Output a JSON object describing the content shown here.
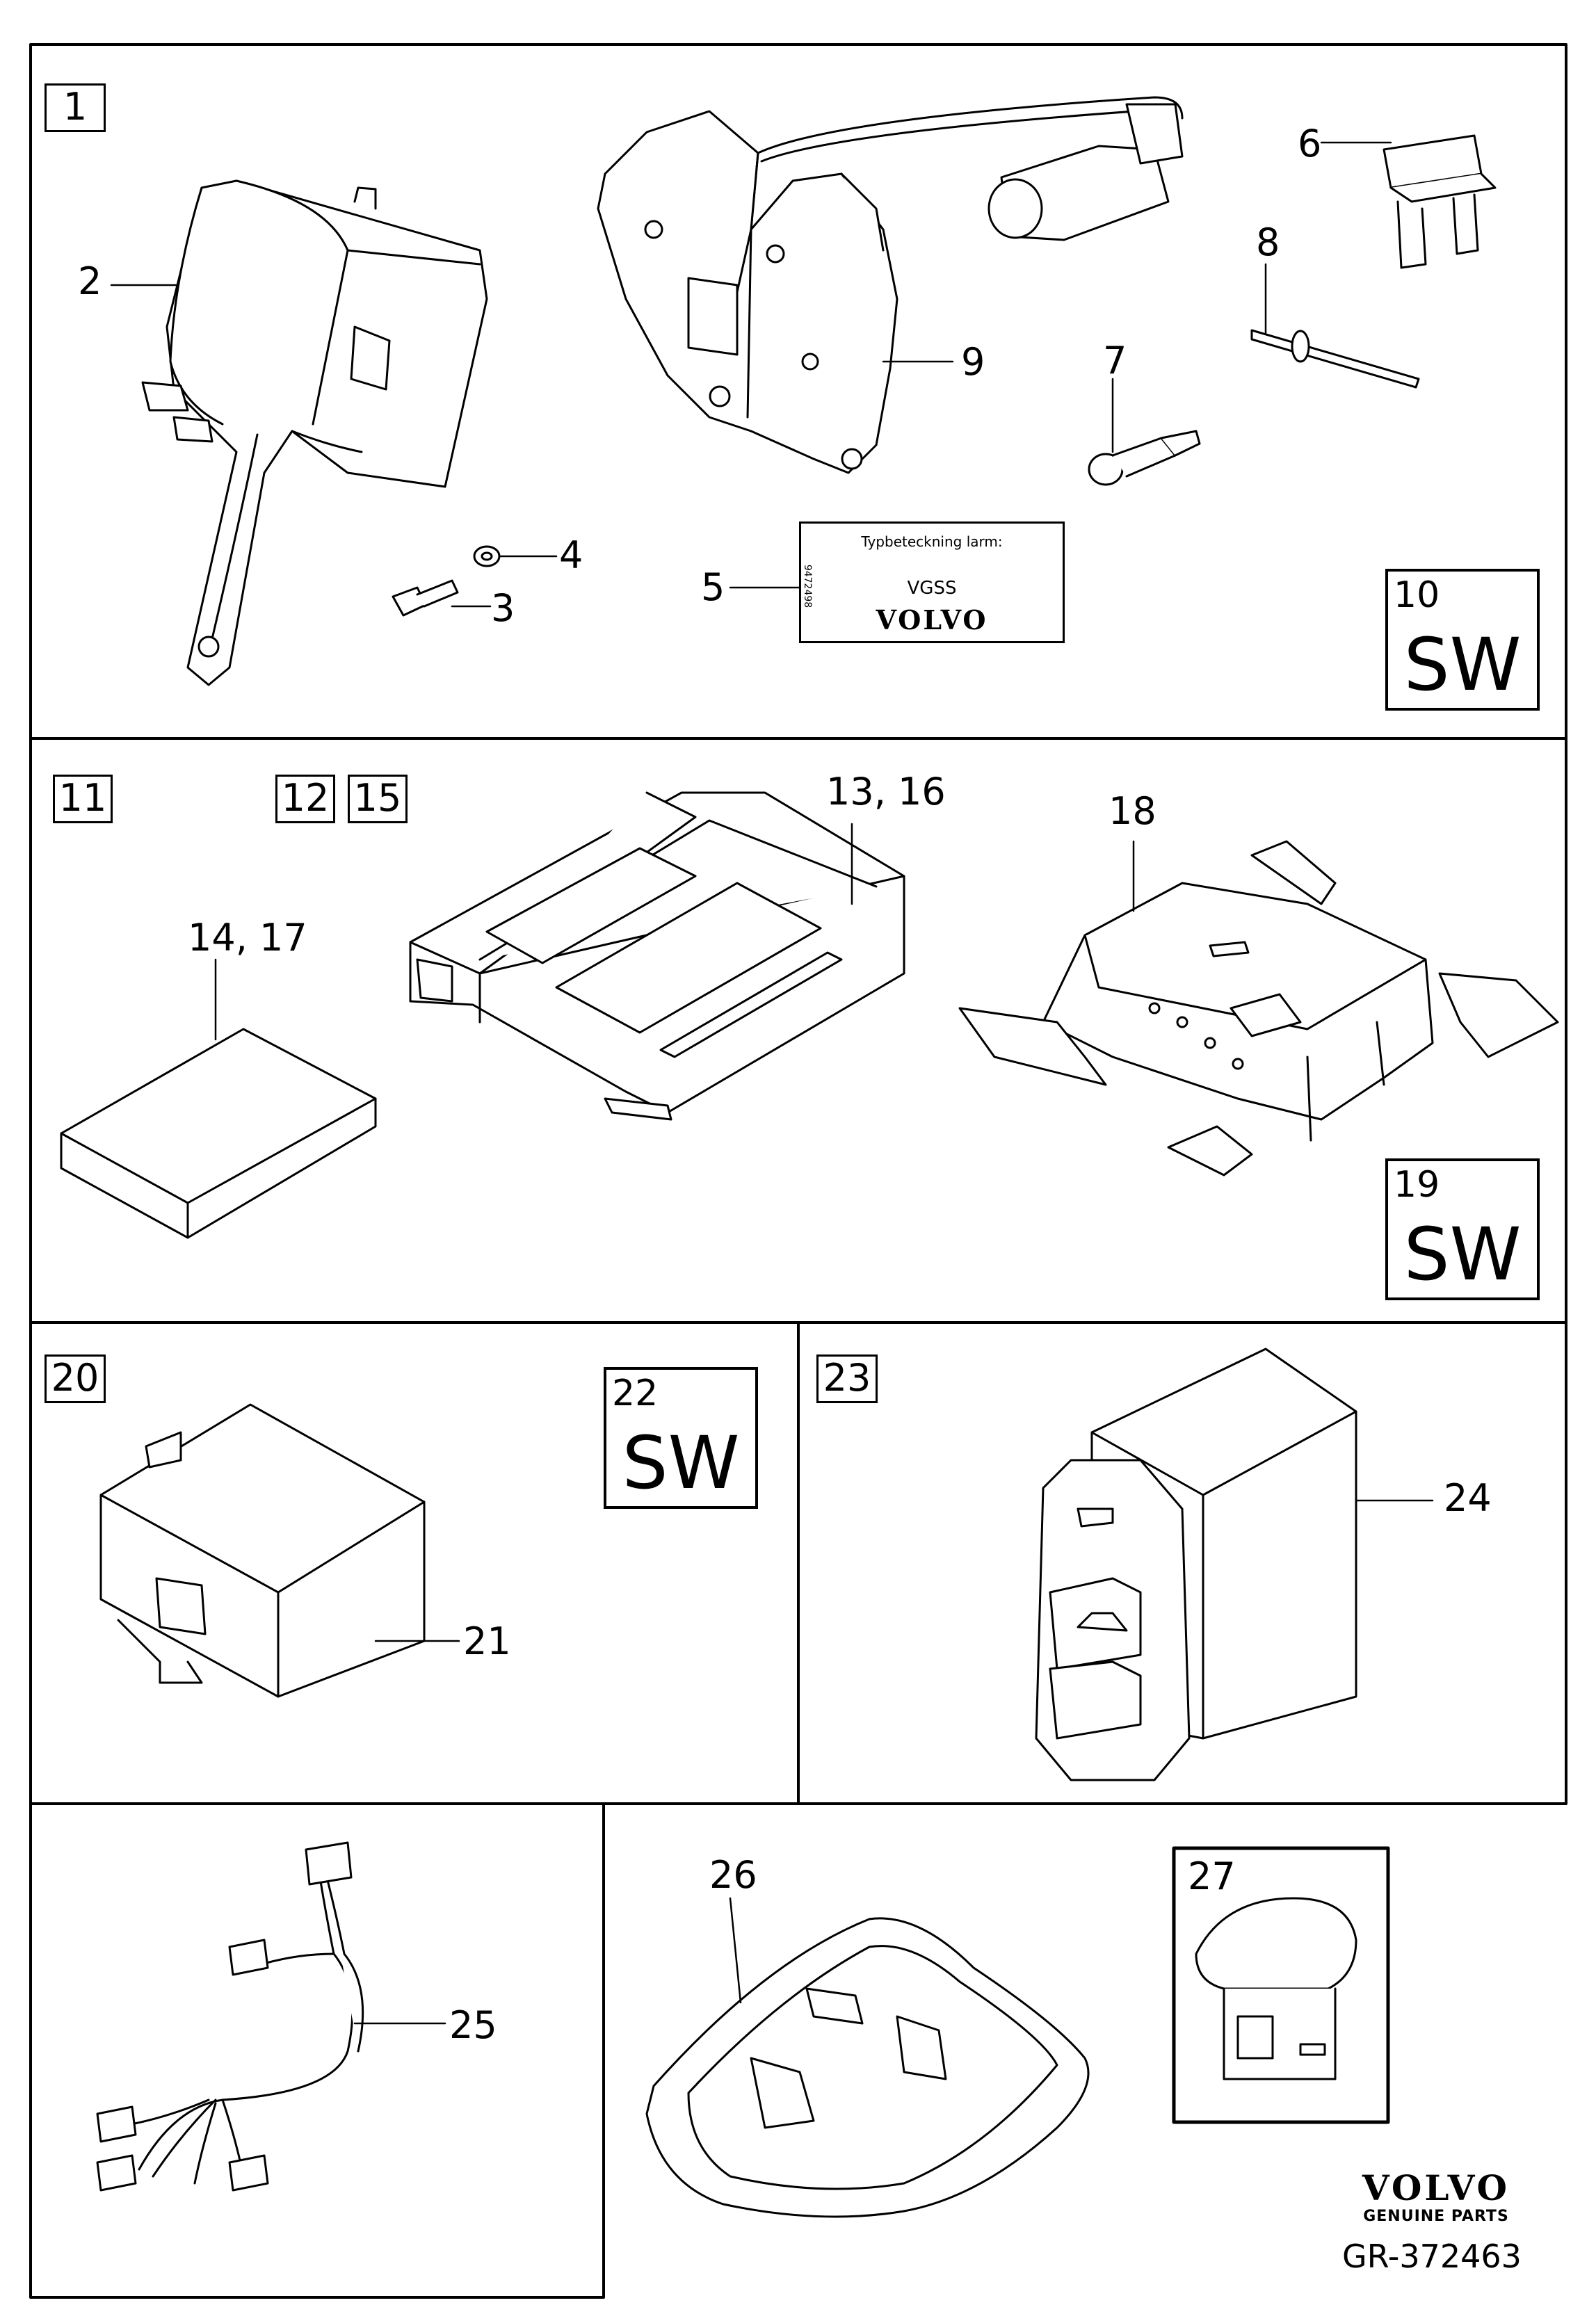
{
  "box_numbers": [
    "1",
    "11",
    "12",
    "15",
    "20",
    "23",
    "27"
  ],
  "callouts": {
    "c2": "2",
    "c3": "3",
    "c4": "4",
    "c5": "5",
    "c6": "6",
    "c7": "7",
    "c8": "8",
    "c9": "9",
    "c13_16": "13, 16",
    "c14_17": "14, 17",
    "c18": "18",
    "c21": "21",
    "c24": "24",
    "c25": "25",
    "c26": "26"
  },
  "sw_boxes": [
    {
      "number": "10",
      "text": "SW"
    },
    {
      "number": "19",
      "text": "SW"
    },
    {
      "number": "22",
      "text": "SW"
    }
  ],
  "part5_label": {
    "heading": "Typbeteckning larm:",
    "model": "VGSS",
    "brand": "VOLVO",
    "code": "9472498"
  },
  "footer": {
    "brand": "VOLVO",
    "tagline": "GENUINE PARTS",
    "reference": "GR-372463"
  }
}
